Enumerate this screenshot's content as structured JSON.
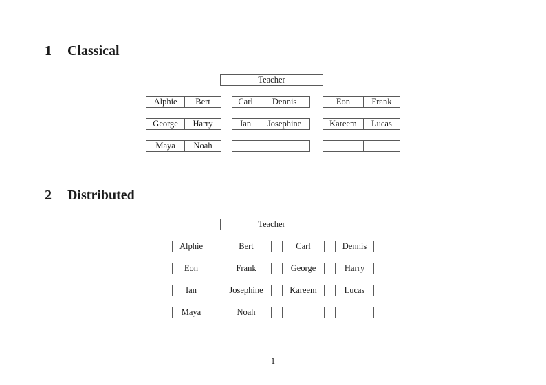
{
  "page": {
    "colors": {
      "bg": "#ffffff",
      "text": "#1c1c1c",
      "border": "#5a5a5a"
    }
  },
  "classical": {
    "heading_number": "1",
    "heading_title": "Classical",
    "teacher_label": "Teacher",
    "desks": [
      [
        {
          "left": "Alphie",
          "right": "Bert"
        },
        {
          "left": "Carl",
          "right": "Dennis"
        },
        {
          "left": "Eon",
          "right": "Frank"
        }
      ],
      [
        {
          "left": "George",
          "right": "Harry"
        },
        {
          "left": "Ian",
          "right": "Josephine"
        },
        {
          "left": "Kareem",
          "right": "Lucas"
        }
      ],
      [
        {
          "left": "Maya",
          "right": "Noah"
        },
        {
          "left": "",
          "right": ""
        },
        {
          "left": "",
          "right": ""
        }
      ]
    ]
  },
  "distributed": {
    "heading_number": "2",
    "heading_title": "Distributed",
    "teacher_label": "Teacher",
    "desks": [
      [
        "Alphie",
        "Bert",
        "Carl",
        "Dennis"
      ],
      [
        "Eon",
        "Frank",
        "George",
        "Harry"
      ],
      [
        "Ian",
        "Josephine",
        "Kareem",
        "Lucas"
      ],
      [
        "Maya",
        "Noah",
        "",
        ""
      ]
    ]
  },
  "footer": {
    "page_number": "1"
  }
}
